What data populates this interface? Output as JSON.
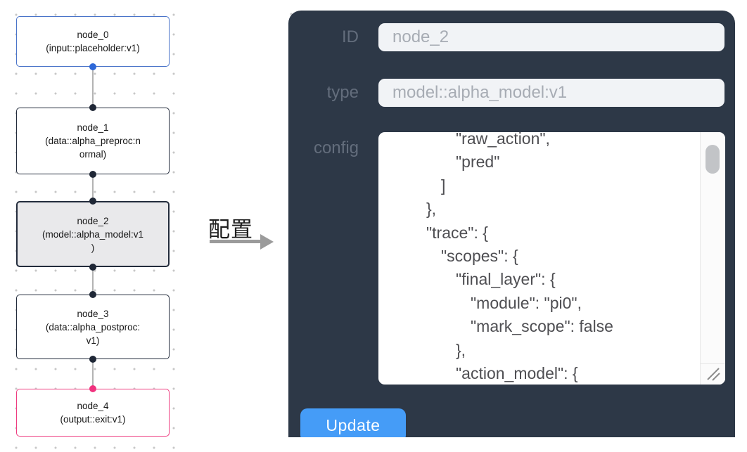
{
  "flow": {
    "nodes": [
      {
        "title": "node_0",
        "subtitle_lines": [
          "(input::placeholder:v1)"
        ],
        "kind": "input"
      },
      {
        "title": "node_1",
        "subtitle_lines": [
          "(data::alpha_preproc:n",
          "ormal)"
        ],
        "kind": "default"
      },
      {
        "title": "node_2",
        "subtitle_lines": [
          "(model::alpha_model:v1",
          ")"
        ],
        "kind": "selected"
      },
      {
        "title": "node_3",
        "subtitle_lines": [
          "(data::alpha_postproc:",
          "v1)"
        ],
        "kind": "default"
      },
      {
        "title": "node_4",
        "subtitle_lines": [
          "(output::exit:v1)"
        ],
        "kind": "output"
      }
    ],
    "colors": {
      "node_border": "#232c3c",
      "input_border": "#4a74c9",
      "output_border": "#ee3c80",
      "selected_bg": "#e9e9eb",
      "edge": "#b3b3b3",
      "port_default": "#1f2736",
      "port_input": "#2e68d8",
      "port_output": "#f0327e"
    }
  },
  "transition": {
    "label": "配置",
    "arrow_color": "#9b9b9b"
  },
  "panel": {
    "colors": {
      "background": "#2d3847",
      "field_bg": "#f1f3f6",
      "accent_button": "#459cf7"
    },
    "fields": [
      {
        "label": "ID",
        "value": "node_2"
      },
      {
        "label": "type",
        "value": "model::alpha_model:v1"
      }
    ],
    "config_label": "config",
    "config_lines": [
      {
        "indent": 2,
        "text": "\"raw_action\","
      },
      {
        "indent": 2,
        "text": "\"pred\""
      },
      {
        "indent": 1,
        "text": "]"
      },
      {
        "indent": 0,
        "text": "},"
      },
      {
        "indent": 0,
        "text": "\"trace\": {"
      },
      {
        "indent": 1,
        "text": "\"scopes\": {"
      },
      {
        "indent": 2,
        "text": "\"final_layer\": {"
      },
      {
        "indent": 3,
        "text": "\"module\": \"pi0\","
      },
      {
        "indent": 3,
        "text": "\"mark_scope\": false"
      },
      {
        "indent": 2,
        "text": "},"
      },
      {
        "indent": 2,
        "text": "\"action_model\": {"
      }
    ],
    "update_label": "Update"
  }
}
